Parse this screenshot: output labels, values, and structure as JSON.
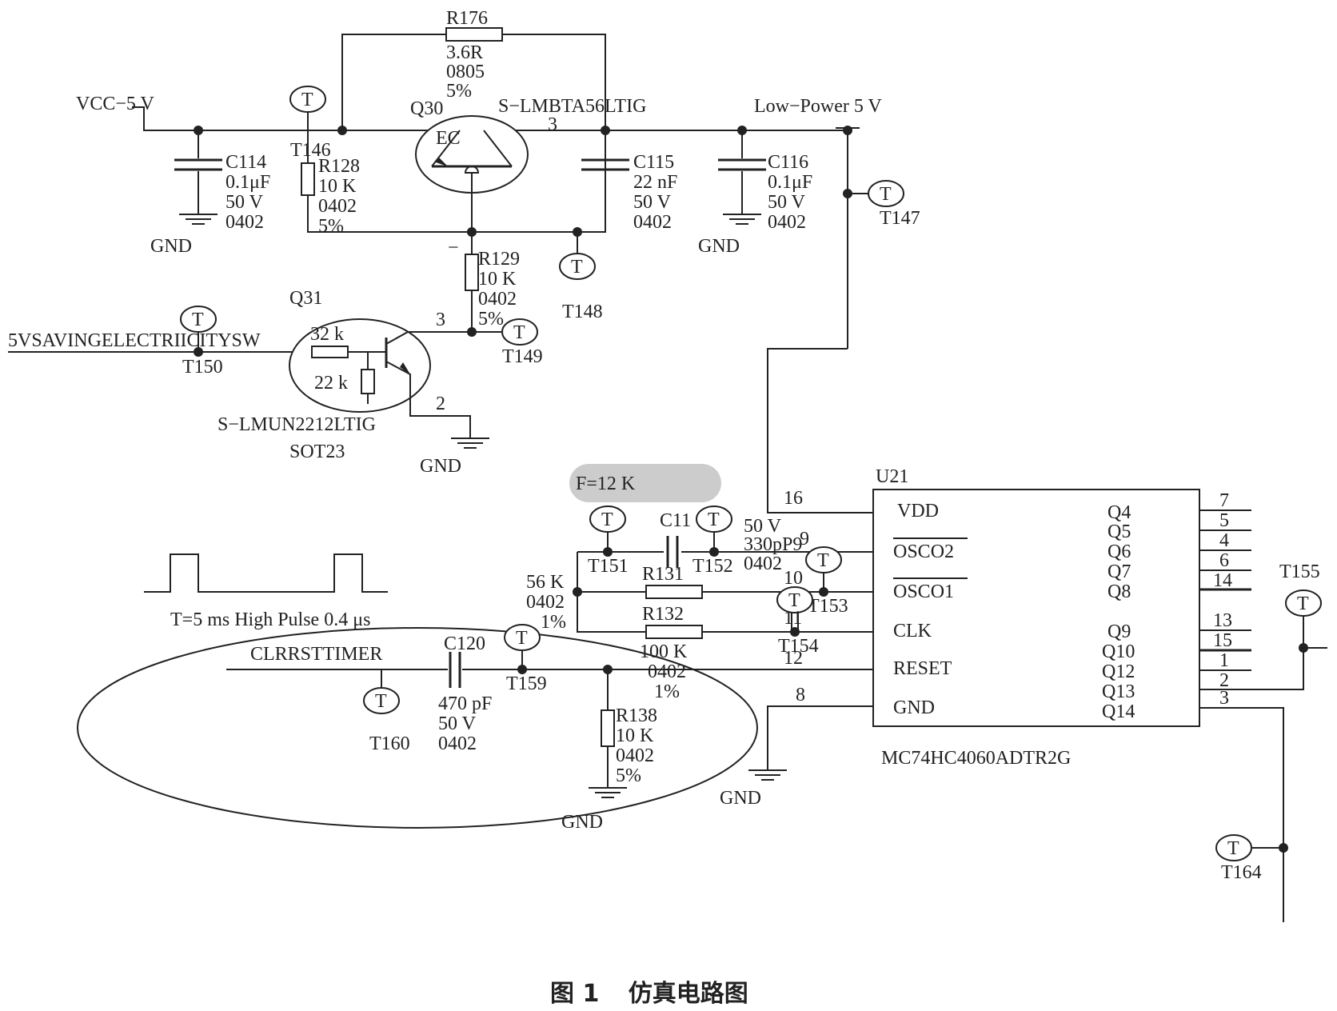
{
  "nets": {
    "vcc": "VCC−5 V",
    "low_power": "Low−Power 5 V",
    "ctl": "5VSAVINGELECTRIICITYSW",
    "clr": "CLRRSTTIMER",
    "gnd": "GND"
  },
  "components": {
    "R176": {
      "ref": "R176",
      "value": "3.6R",
      "pkg": "0805",
      "tol": "5%"
    },
    "Q30": {
      "ref": "Q30",
      "part": "S−LMBTA56LTIG",
      "pin": "3",
      "ec": "EC"
    },
    "C114": {
      "ref": "C114",
      "value": "0.1μF",
      "volt": "50 V",
      "pkg": "0402"
    },
    "R128": {
      "ref": "R128",
      "value": "10 K",
      "pkg": "0402",
      "tol": "5%"
    },
    "C115": {
      "ref": "C115",
      "value": "22 nF",
      "volt": "50 V",
      "pkg": "0402"
    },
    "C116": {
      "ref": "C116",
      "value": "0.1μF",
      "volt": "50 V",
      "pkg": "0402"
    },
    "R129": {
      "ref": "R129",
      "value": "10 K",
      "pkg": "0402",
      "tol": "5%",
      "minus": "−"
    },
    "Q31": {
      "ref": "Q31",
      "part": "S−LMUN2212LTIG",
      "pkg": "SOT23",
      "r1": "32 k",
      "r2": "22 k",
      "pin3": "3",
      "pin2": "2"
    },
    "C11": {
      "ref": "C11",
      "volt": "50 V",
      "value": "330pP9",
      "pkg": "0402"
    },
    "R131": {
      "ref": "R131",
      "value": "56 K",
      "pkg": "0402",
      "tol": "1%"
    },
    "R132": {
      "ref": "R132",
      "value": "100 K",
      "pkg": "0402",
      "tol": "1%"
    },
    "C120": {
      "ref_prefix": "C",
      "ref_num": "120",
      "value": "470 pF",
      "volt": "50 V",
      "pkg": "0402"
    },
    "R138": {
      "ref": "R138",
      "value": "10 K",
      "pkg": "0402",
      "tol": "5%"
    }
  },
  "freq_badge": {
    "var": "F",
    "rest": "=12 K"
  },
  "pulse": {
    "label": "T=5 ms  High Pulse 0.4 μs"
  },
  "test_points": {
    "symbol": "T",
    "labels": {
      "t146": "T146",
      "t147": "T147",
      "t148": "T148",
      "t149": "T149",
      "t150": "T150",
      "t151": "T151",
      "t152": "T152",
      "t153": "T153",
      "t154": "T154",
      "t155": "T155",
      "t159": "T159",
      "t160": "T160",
      "t164": "T164"
    }
  },
  "ic": {
    "ref": "U21",
    "part": "MC74HC4060ADTR2G",
    "left_pins": [
      {
        "name": "VDD",
        "num": "16"
      },
      {
        "name": "OSCO2",
        "num": "9"
      },
      {
        "name": "OSCO1",
        "num": "10"
      },
      {
        "name": "CLK",
        "num": "11"
      },
      {
        "name": "RESET",
        "num": "12"
      },
      {
        "name": "GND",
        "num": "8"
      }
    ],
    "right_pins": [
      {
        "name": "Q4",
        "num": "7"
      },
      {
        "name": "Q5",
        "num": "5"
      },
      {
        "name": "Q6",
        "num": "4"
      },
      {
        "name": "Q7",
        "num": "6"
      },
      {
        "name": "Q8",
        "num": "14"
      },
      {
        "name": "Q9",
        "num": "13"
      },
      {
        "name": "Q10",
        "num": "15"
      },
      {
        "name": "Q12",
        "num": "1"
      },
      {
        "name": "Q13",
        "num": "2"
      },
      {
        "name": "Q14",
        "num": "3"
      }
    ]
  },
  "caption": {
    "fig": "图 1",
    "title": "仿真电路图"
  }
}
